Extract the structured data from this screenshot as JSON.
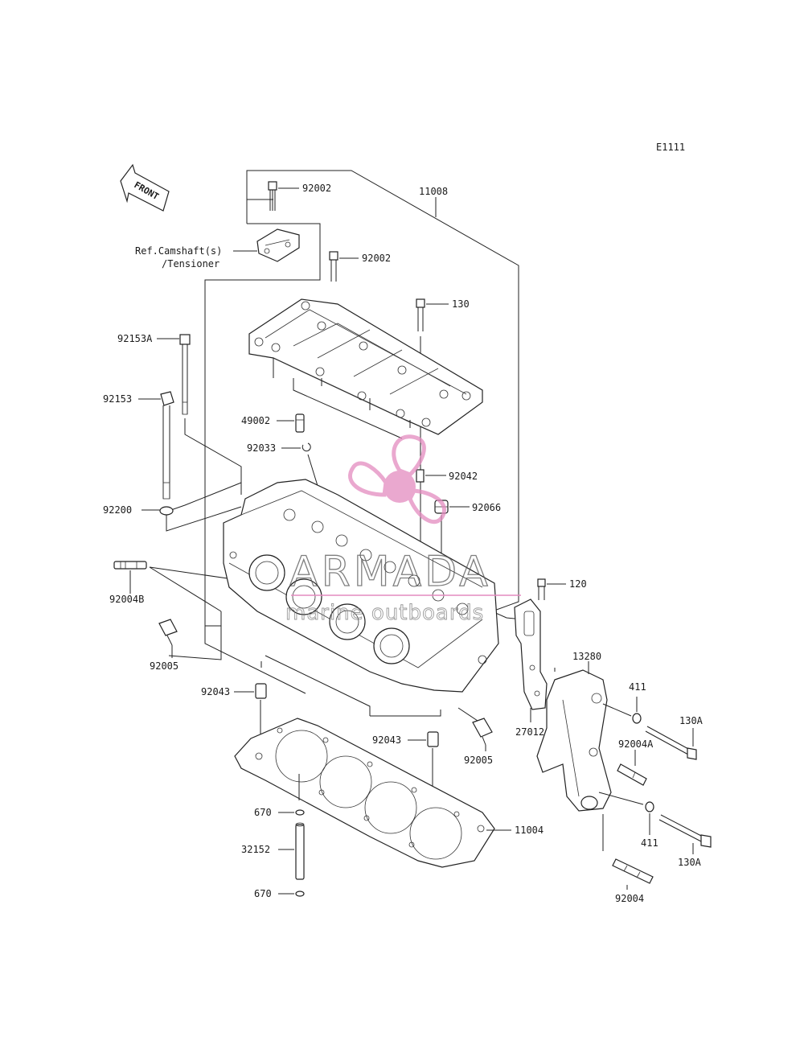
{
  "diagram_id": "E1111",
  "front_label": "FRONT",
  "ref_note_line1": "Ref.Camshaft(s)",
  "ref_note_line2": "/Tensioner",
  "parts": {
    "p92002_top": "92002",
    "p11008": "11008",
    "p92002_mid": "92002",
    "p130": "130",
    "p92153A": "92153A",
    "p92153": "92153",
    "p49002": "49002",
    "p92033": "92033",
    "p92042": "92042",
    "p92066": "92066",
    "p92200": "92200",
    "p120": "120",
    "p92004B": "92004B",
    "p92005_left": "92005",
    "p13280": "13280",
    "p411_top": "411",
    "p130A_top": "130A",
    "p92043_left": "92043",
    "p27012": "27012",
    "p92004A": "92004A",
    "p92043_right": "92043",
    "p92005_right": "92005",
    "p670_top": "670",
    "p11004": "11004",
    "p411_bottom": "411",
    "p130A_bottom": "130A",
    "p32152": "32152",
    "p92004": "92004",
    "p670_bottom": "670"
  },
  "watermark": {
    "brand": "ARMADA",
    "tagline": "marine outboards",
    "color": "#e48bbf"
  }
}
